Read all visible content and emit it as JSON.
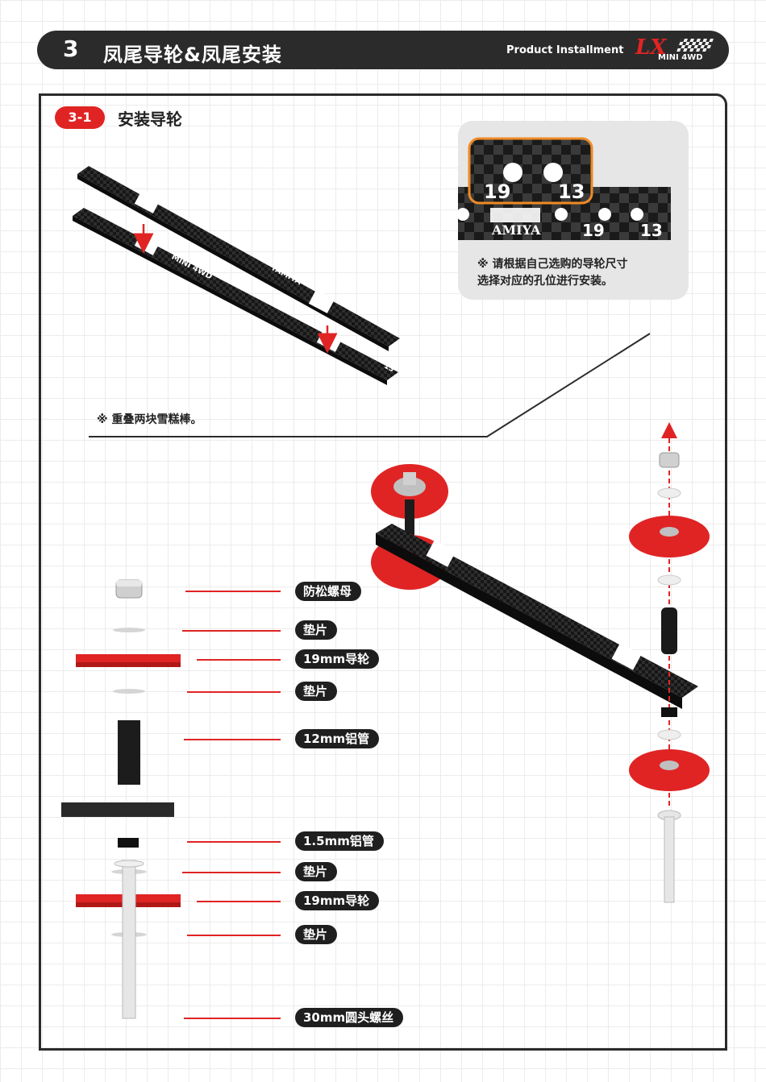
{
  "header": {
    "step_number": "3",
    "title": "凤尾导轮&凤尾安装",
    "subtitle_en": "Product Installment",
    "logo_mark": "LX",
    "logo_text": "MINI 4WD"
  },
  "section": {
    "badge": "3-1",
    "title": "安装导轮"
  },
  "callout": {
    "hole_left": "19",
    "hole_right": "13",
    "brand": "AMIYA",
    "bar_left": "19",
    "bar_right": "13",
    "note": "※ 请根据自己选购的导轮尺寸\n选择对应的孔位进行安装。"
  },
  "bars": {
    "brand": "TAMIYA",
    "model": "MINI 4WD",
    "hole_19": "19",
    "hole_13": "13"
  },
  "note_left": "※ 重叠两块雪糕棒。",
  "parts": [
    {
      "label": "防松螺母"
    },
    {
      "label": "垫片"
    },
    {
      "label": "19mm导轮"
    },
    {
      "label": "垫片"
    },
    {
      "label": "12mm铝管"
    },
    {
      "label": "1.5mm铝管"
    },
    {
      "label": "垫片"
    },
    {
      "label": "19mm导轮"
    },
    {
      "label": "垫片"
    },
    {
      "label": "30mm圆头螺丝"
    }
  ],
  "colors": {
    "accent_red": "#e02424",
    "dark": "#2b2b2b",
    "carbon": "#1a1a1a"
  }
}
